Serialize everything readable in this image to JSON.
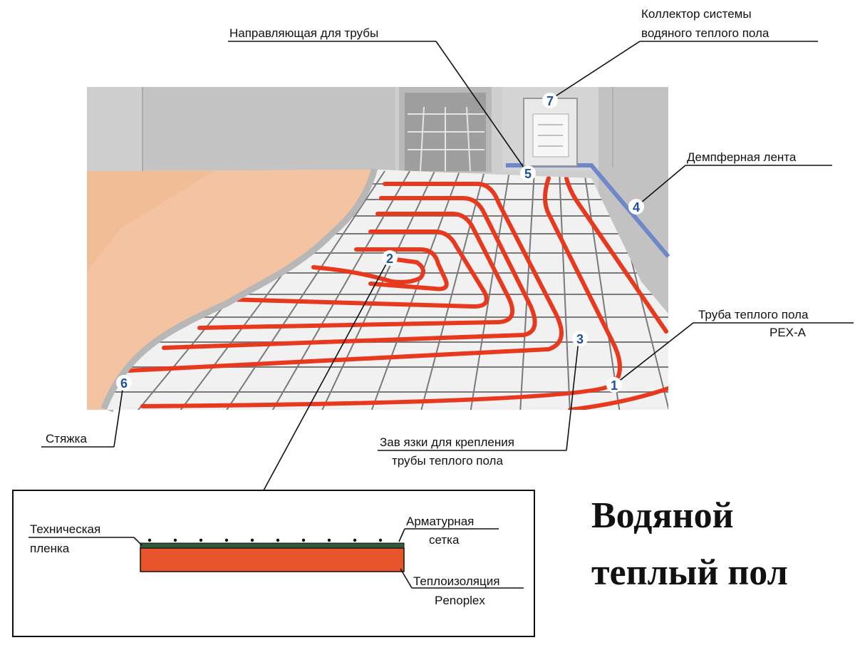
{
  "labels": {
    "collector_l1": "Коллектор системы",
    "collector_l2": "водяного теплого пола",
    "guide": "Направляющая для трубы",
    "damper": "Демпферная лента",
    "pipe_l1": "Труба теплого пола",
    "pipe_l2": "PEX-A",
    "ties_l1": "Зав язки для крепления",
    "ties_l2": "трубы теплого пола",
    "screed": "Стяжка"
  },
  "markers": [
    "1",
    "2",
    "3",
    "4",
    "5",
    "6",
    "7"
  ],
  "section": {
    "film_l1": "Техническая",
    "film_l2": "пленка",
    "mesh_l1": "Арматурная",
    "mesh_l2": "сетка",
    "insul_l1": "Теплоизоляция",
    "insul_l2": "Penoplex"
  },
  "title": {
    "line1": "Водяной",
    "line2": "теплый пол"
  },
  "colors": {
    "pipe": "#e8391e",
    "insulation": "#e8552b",
    "screed_band": "#b7b7b7",
    "screed_fill": "#f3c3a2",
    "wall": "#c9c9c9",
    "damper_tape": "#6d87c9",
    "marker": "#1f4fa3"
  }
}
